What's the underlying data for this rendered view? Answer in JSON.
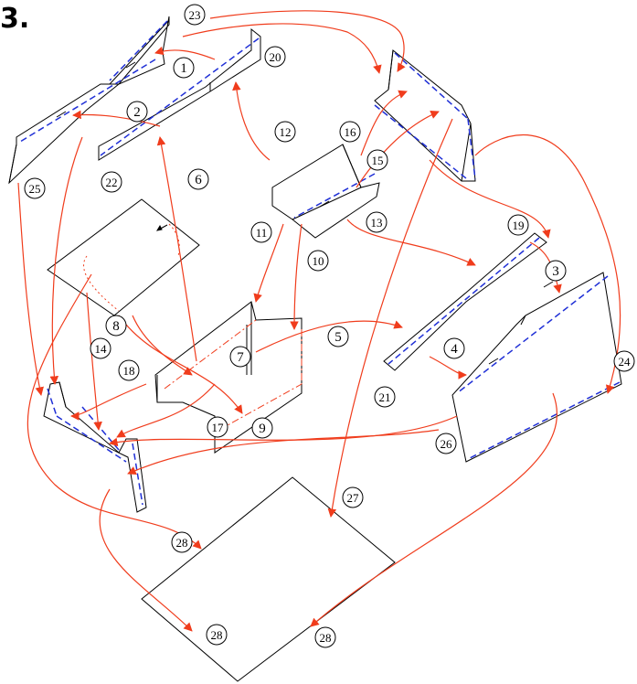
{
  "figure_label": "3.",
  "colors": {
    "outline": "#000000",
    "fold_line": "#1f2fd6",
    "sequence_arrow": "#f03c1c",
    "arrowhead": "#f03c1c",
    "marker_fill": "#ffffff"
  },
  "markers": [
    {
      "id": "m1",
      "label": "1"
    },
    {
      "id": "m2",
      "label": "2"
    },
    {
      "id": "m3",
      "label": "3"
    },
    {
      "id": "m4",
      "label": "4"
    },
    {
      "id": "m5",
      "label": "5"
    },
    {
      "id": "m6",
      "label": "6"
    },
    {
      "id": "m7",
      "label": "7"
    },
    {
      "id": "m8",
      "label": "8"
    },
    {
      "id": "m9",
      "label": "9"
    },
    {
      "id": "m10",
      "label": "10"
    },
    {
      "id": "m11",
      "label": "11"
    },
    {
      "id": "m12",
      "label": "12"
    },
    {
      "id": "m13",
      "label": "13"
    },
    {
      "id": "m14",
      "label": "14"
    },
    {
      "id": "m15",
      "label": "15"
    },
    {
      "id": "m16",
      "label": "16"
    },
    {
      "id": "m17",
      "label": "17"
    },
    {
      "id": "m18",
      "label": "18"
    },
    {
      "id": "m19",
      "label": "19"
    },
    {
      "id": "m20",
      "label": "20"
    },
    {
      "id": "m21",
      "label": "21"
    },
    {
      "id": "m22",
      "label": "22"
    },
    {
      "id": "m23",
      "label": "23"
    },
    {
      "id": "m24",
      "label": "24"
    },
    {
      "id": "m25",
      "label": "25"
    },
    {
      "id": "m26",
      "label": "26"
    },
    {
      "id": "m27",
      "label": "27"
    },
    {
      "id": "m28a",
      "label": "28"
    },
    {
      "id": "m28b",
      "label": "28"
    },
    {
      "id": "m28c",
      "label": "28"
    }
  ]
}
